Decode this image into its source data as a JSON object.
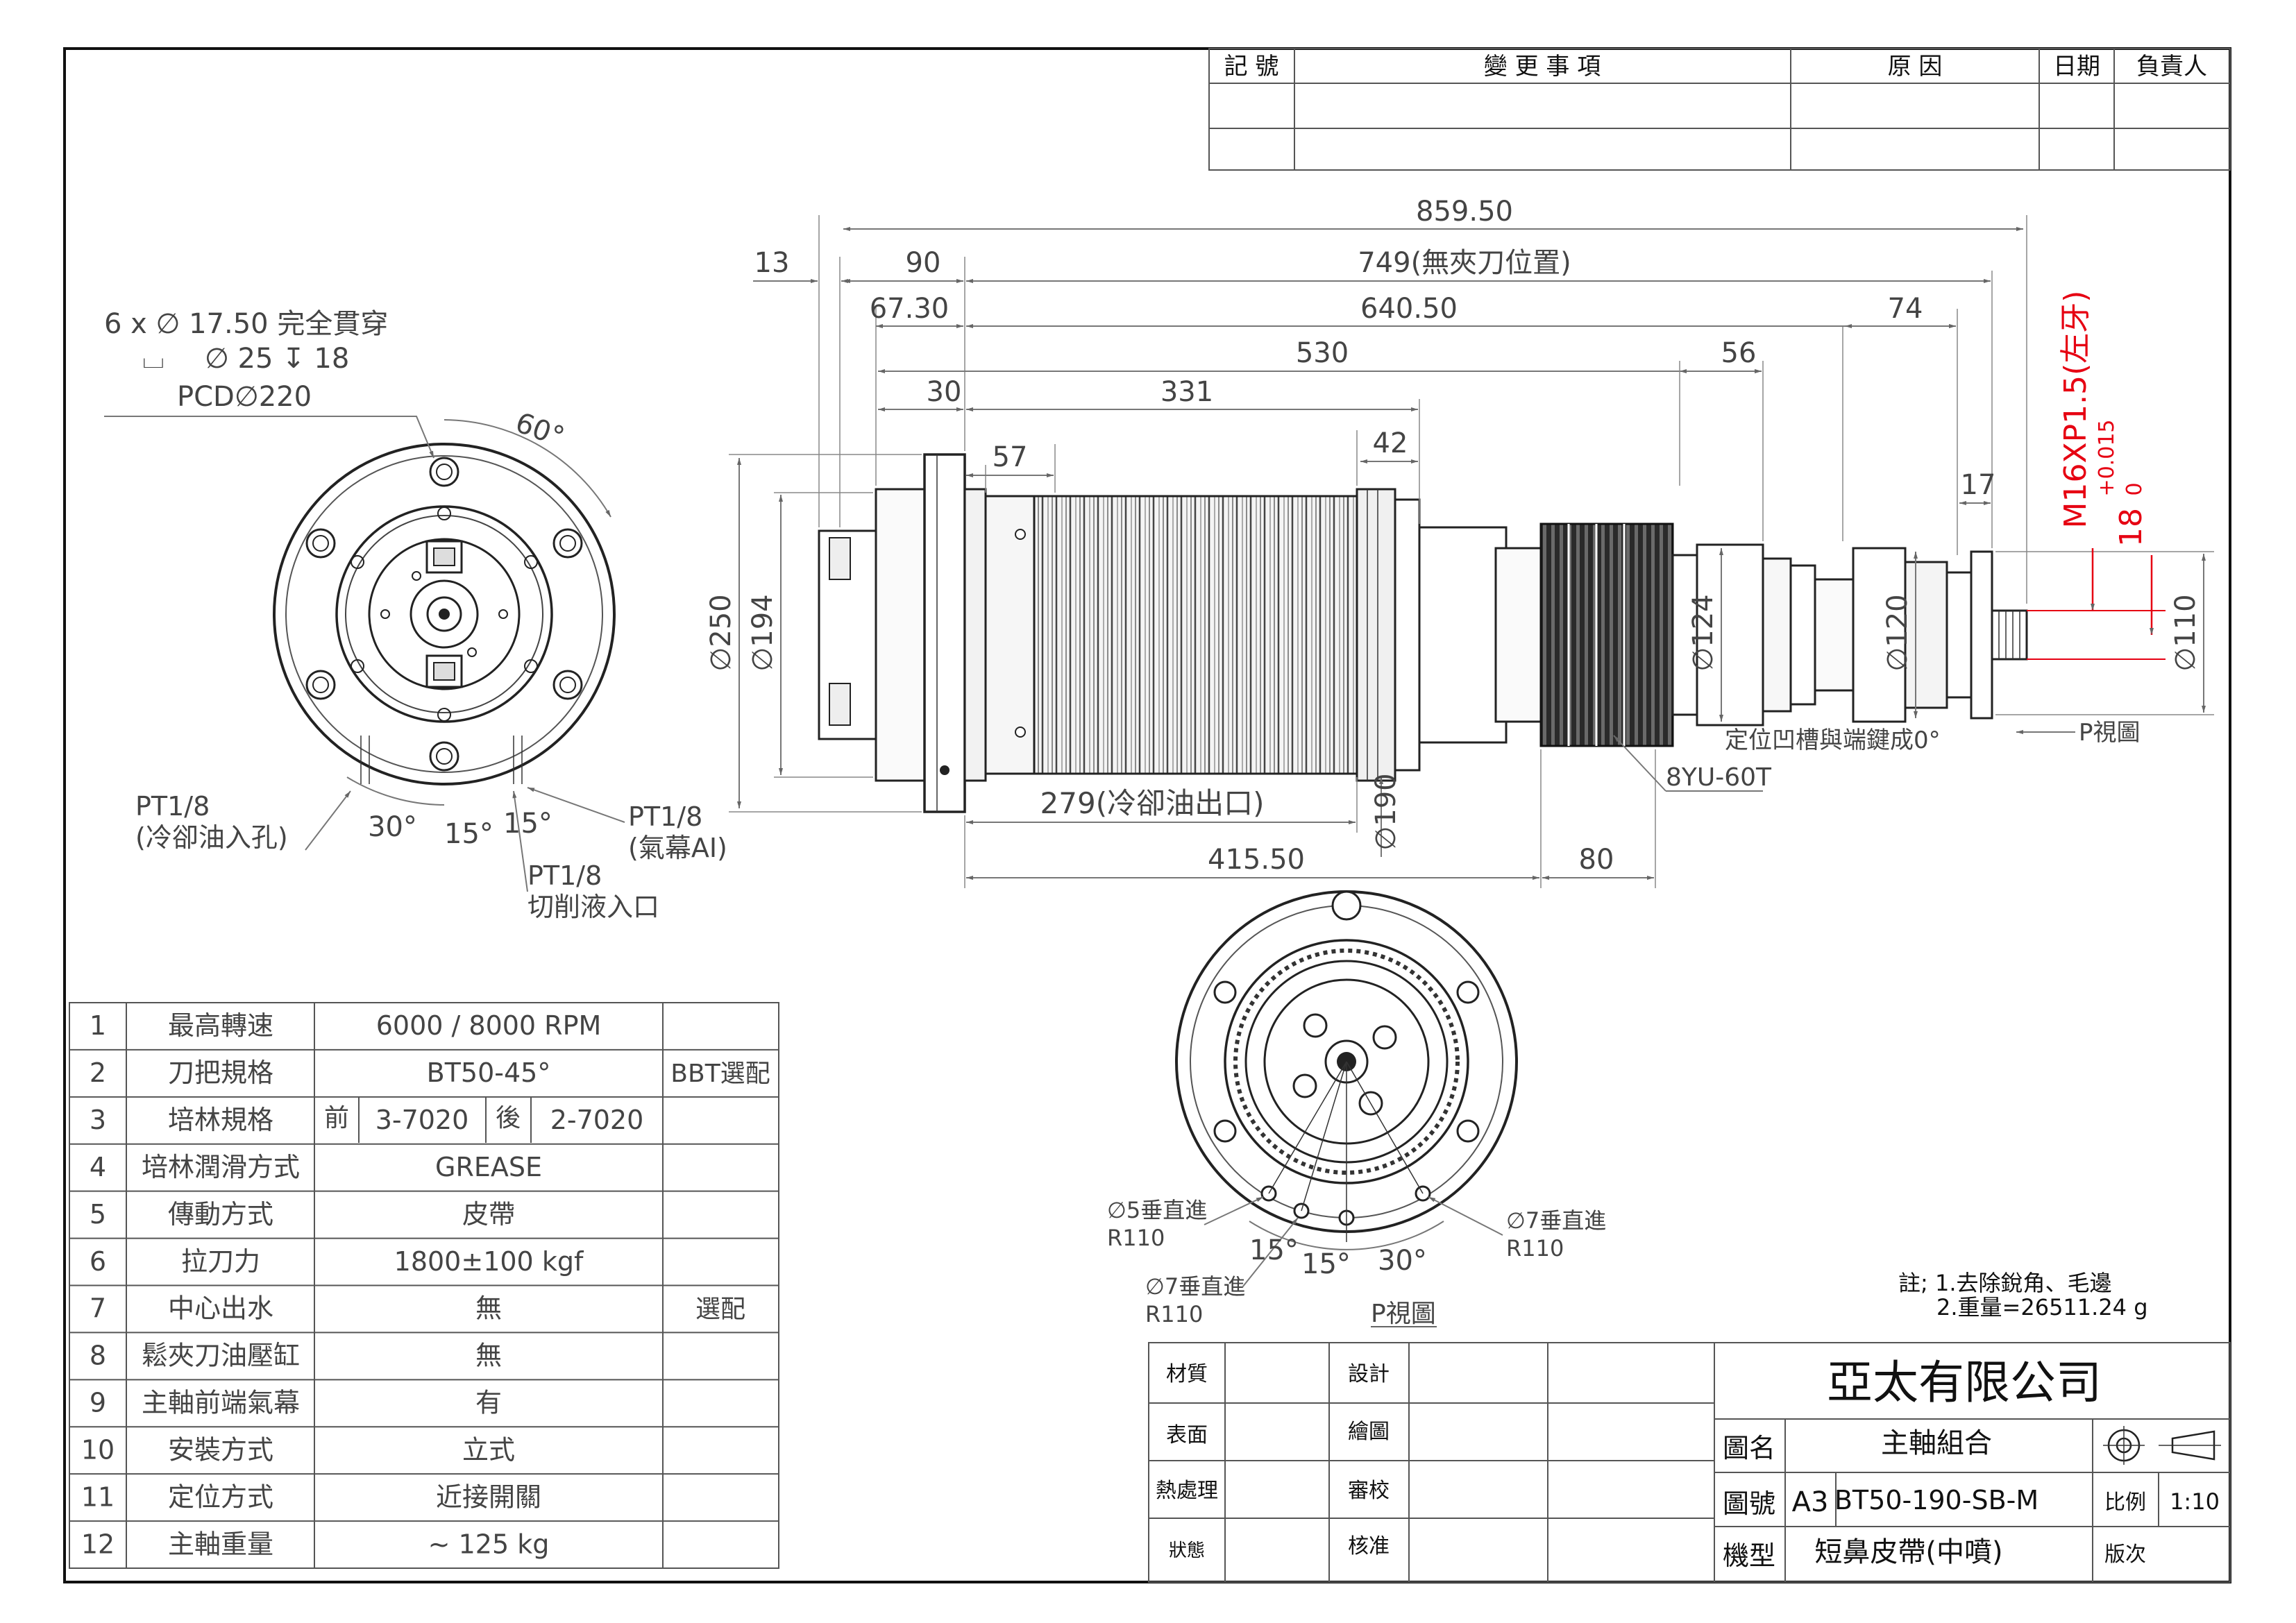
{
  "revision_table": {
    "headers": [
      "記 號",
      "變 更 事 項",
      "原 因",
      "日期",
      "負責人"
    ]
  },
  "dimensions": {
    "d859": "859.50",
    "d13": "13",
    "d90": "90",
    "d749": "749(無夾刀位置)",
    "d6730": "67.30",
    "d64050": "640.50",
    "d74": "74",
    "d530": "530",
    "d56": "56",
    "d30": "30",
    "d331": "331",
    "d57": "57",
    "d42": "42",
    "d17": "17",
    "phi250": "∅250",
    "phi194": "∅194",
    "phi124": "∅124",
    "phi120": "∅120",
    "phi110": "∅110",
    "phi190": "∅190",
    "d279": "279(冷卻油出口)",
    "d41550": "415.50",
    "d80": "80",
    "thread": "M16XP1.5(左牙)",
    "tol_upper": "+0.015",
    "tol_lower": "0",
    "tol_base": "18"
  },
  "front_view": {
    "holes": "6 x ∅ 17.50 完全貫穿",
    "counterbore": "∅ 25 ↧ 18",
    "pcd": "PCD∅220",
    "angle60": "60°",
    "angle30": "30°",
    "angle15a": "15°",
    "angle15b": "15°",
    "pt_coolant_1": "PT1/8",
    "pt_coolant_2": "(冷卻油入孔)",
    "pt_air_1": "PT1/8",
    "pt_air_2": "(氣幕AI)",
    "pt_cut_1": "PT1/8",
    "pt_cut_2": "切削液入口"
  },
  "side_notes": {
    "keyway": "定位凹槽與端鍵成0°",
    "p_view_arrow": "P視圖",
    "belt": "8YU-60T"
  },
  "p_view": {
    "hole5_1": "∅5垂直進",
    "hole5_2": "R110",
    "hole7a_1": "∅7垂直進",
    "hole7a_2": "R110",
    "hole7b_1": "∅7垂直進",
    "hole7b_2": "R110",
    "a15a": "15°",
    "a15b": "15°",
    "a30": "30°",
    "caption": "P視圖"
  },
  "notes": {
    "line1": "註; 1.去除銳角、毛邊",
    "line2": "2.重量=26511.24 g"
  },
  "spec_table": [
    {
      "no": "1",
      "item": "最高轉速",
      "value": "6000 / 8000   RPM",
      "extra": ""
    },
    {
      "no": "2",
      "item": "刀把規格",
      "value": "BT50-45°",
      "extra": "BBT選配"
    },
    {
      "no": "3",
      "item": "培林規格",
      "front_label": "前",
      "front": "3-7020",
      "rear_label": "後",
      "rear": "2-7020",
      "extra": ""
    },
    {
      "no": "4",
      "item": "培林潤滑方式",
      "value": "GREASE",
      "extra": ""
    },
    {
      "no": "5",
      "item": "傳動方式",
      "value": "皮帶",
      "extra": ""
    },
    {
      "no": "6",
      "item": "拉刀力",
      "value": "1800±100 kgf",
      "extra": ""
    },
    {
      "no": "7",
      "item": "中心出水",
      "value": "無",
      "extra": "選配"
    },
    {
      "no": "8",
      "item": "鬆夾刀油壓缸",
      "value": "無",
      "extra": ""
    },
    {
      "no": "9",
      "item": "主軸前端氣幕",
      "value": "有",
      "extra": ""
    },
    {
      "no": "10",
      "item": "安裝方式",
      "value": "立式",
      "extra": ""
    },
    {
      "no": "11",
      "item": "定位方式",
      "value": "近接開關",
      "extra": ""
    },
    {
      "no": "12",
      "item": "主軸重量",
      "value": "~ 125 kg",
      "extra": ""
    }
  ],
  "title_block": {
    "material": "材質",
    "surface": "表面",
    "heat": "熱處理",
    "state": "狀態",
    "design": "設計",
    "draw": "繪圖",
    "review": "審校",
    "approve": "核准",
    "company": "亞太有限公司",
    "name_label": "圖名",
    "name": "主軸組合",
    "number_label": "圖號",
    "size": "A3",
    "number": "BT50-190-SB-M",
    "scale_label": "比例",
    "scale": "1:10",
    "model_label": "機型",
    "model": "短鼻皮帶(中噴)",
    "version_label": "版次"
  }
}
